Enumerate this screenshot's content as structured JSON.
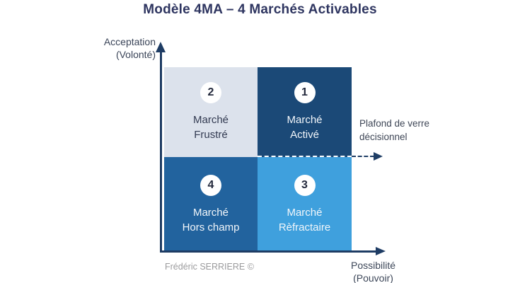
{
  "title": "Modèle 4MA – 4 Marchés Activables",
  "y_axis": {
    "label_line1": "Acceptation",
    "label_line2": "(Volonté)"
  },
  "x_axis": {
    "label_line1": "Possibilité",
    "label_line2": "(Pouvoir)"
  },
  "quadrants": {
    "top_left": {
      "number": "2",
      "name_line1": "Marché",
      "name_line2": "Frustré"
    },
    "top_right": {
      "number": "1",
      "name_line1": "Marché",
      "name_line2": "Activé"
    },
    "bottom_left": {
      "number": "4",
      "name_line1": "Marché",
      "name_line2": "Hors champ"
    },
    "bottom_right": {
      "number": "3",
      "name_line1": "Marché",
      "name_line2": "Rèfractaire"
    }
  },
  "annotation": {
    "line1": "Plafond de verre",
    "line2": "décisionnel"
  },
  "attribution": "Frédéric SERRIERE ©",
  "colors": {
    "title": "#2e3560",
    "axis": "#1e3c64",
    "quadrant_top_left_bg": "#dce2ec",
    "quadrant_top_right_bg": "#1b4977",
    "quadrant_bottom_left_bg": "#22639e",
    "quadrant_bottom_right_bg": "#3fa0dd",
    "dashed_line_inner": "#ffffff",
    "dashed_line_outer": "#1f3e66",
    "attribution_text": "#9b9b9d"
  }
}
